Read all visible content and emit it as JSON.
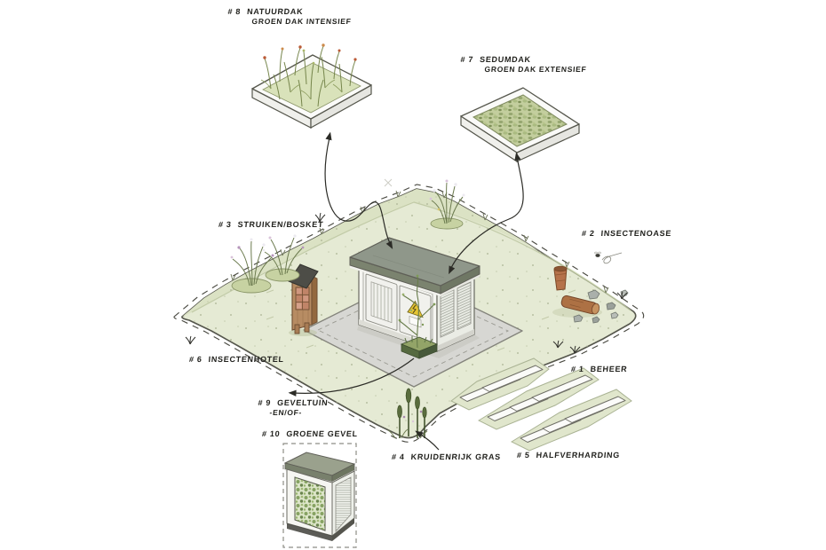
{
  "labels": {
    "n1": {
      "tag": "# 1",
      "name": "BEHEER"
    },
    "n2": {
      "tag": "# 2",
      "name": "INSECTENOASE"
    },
    "n3": {
      "tag": "# 3",
      "name": "STRUIKEN/BOSKET"
    },
    "n4": {
      "tag": "# 4",
      "name": "KRUIDENRIJK GRAS"
    },
    "n5": {
      "tag": "# 5",
      "name": "HALFVERHARDING"
    },
    "n6": {
      "tag": "# 6",
      "name": "INSECTENHOTEL"
    },
    "n7": {
      "tag": "# 7",
      "name": "SEDUMDAK",
      "sub": "GROEN DAK EXTENSIEF"
    },
    "n8": {
      "tag": "# 8",
      "name": "NATUURDAK",
      "sub": "GROEN DAK INTENSIEF"
    },
    "n9": {
      "tag": "# 9",
      "name": "GEVELTUIN",
      "sub": "-EN/OF-"
    },
    "n10": {
      "tag": "# 10",
      "name": "GROENE GEVEL"
    }
  },
  "icons": {
    "warning_triangle": "▲",
    "bee": "●"
  },
  "colors": {
    "site_green": "#e5ead4",
    "slope_green": "#dbe2c4",
    "pad_gray": "#d7d7d3",
    "roof_green": "#8f978a",
    "wall_white": "#f5f5f1",
    "warning_yellow": "#e6c532",
    "wood_brown": "#b78c63",
    "terracotta": "#b5724a",
    "sedum_green": "#c3ce9e",
    "slat_white": "#fbfbf9",
    "ink": "#2b2b26",
    "dash_line": "#4a4a42"
  }
}
